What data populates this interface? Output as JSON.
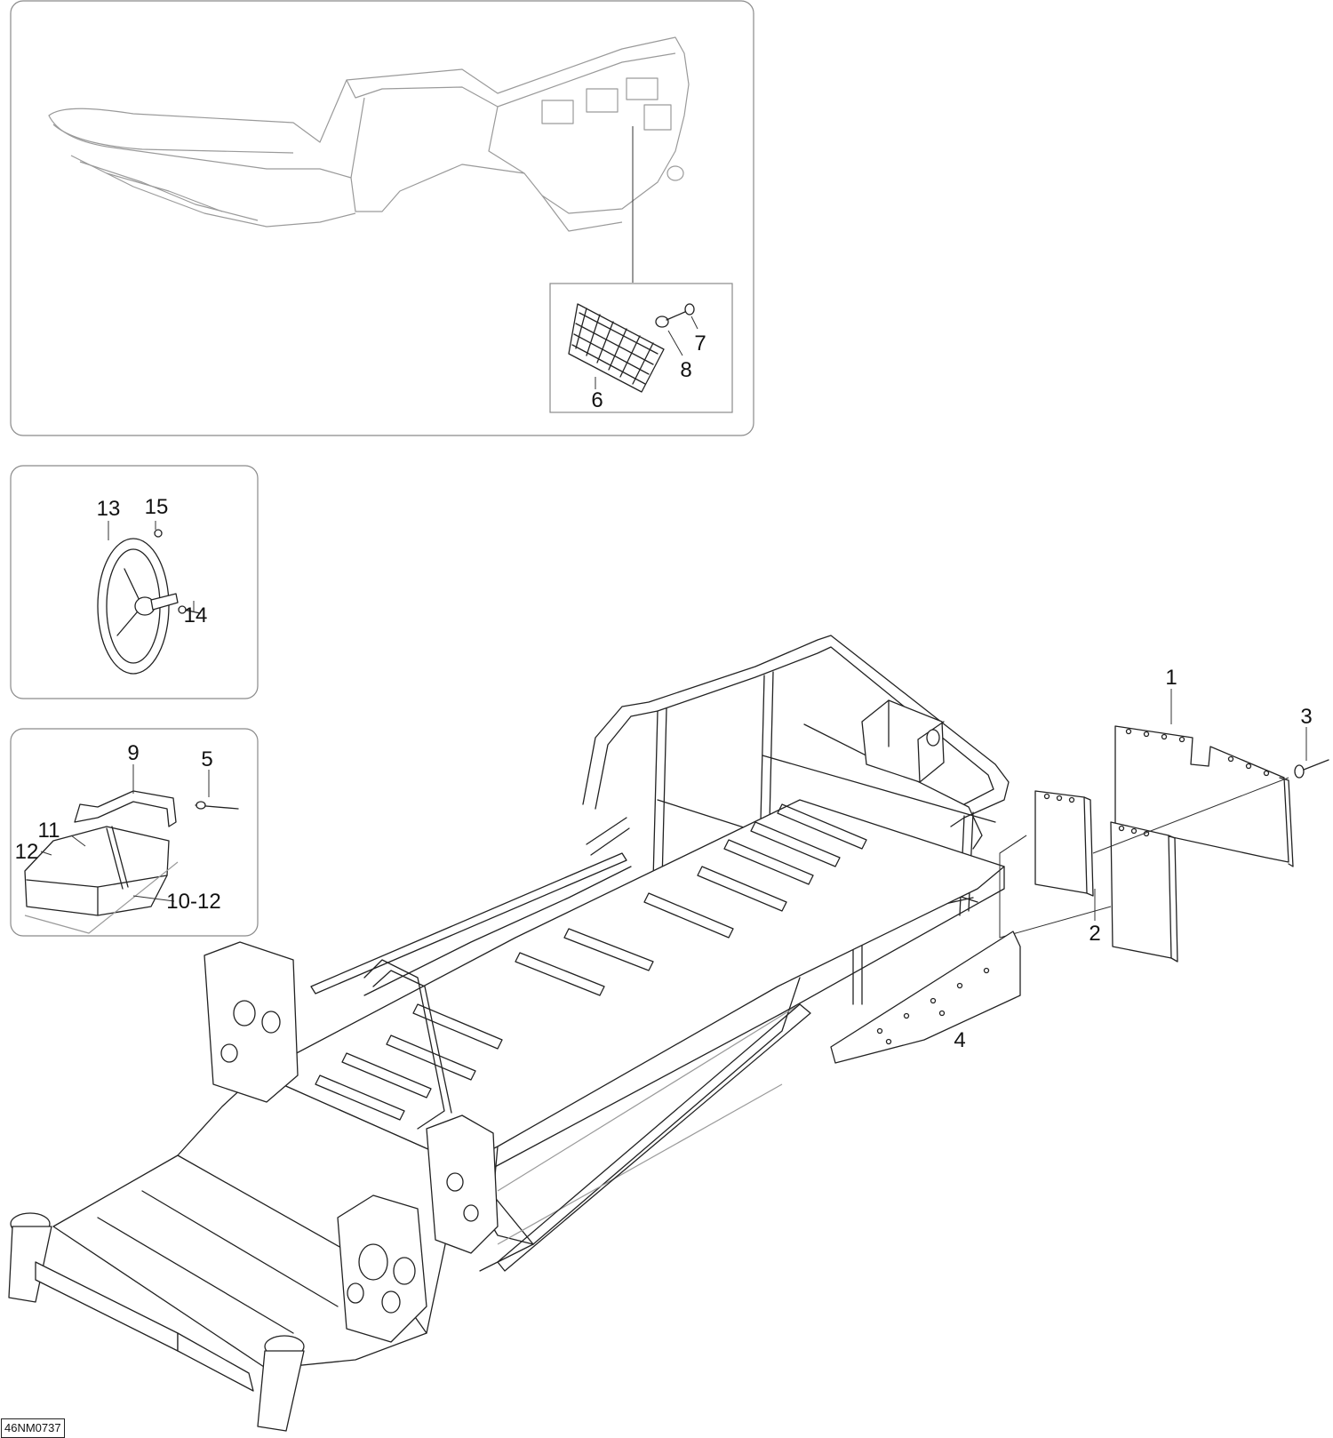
{
  "drawing_ref": "46NM0737",
  "callouts": {
    "c1": "1",
    "c2": "2",
    "c3": "3",
    "c4": "4",
    "c5": "5",
    "c6": "6",
    "c7": "7",
    "c8": "8",
    "c9": "9",
    "c10_12": "10-12",
    "c11": "11",
    "c12": "12",
    "c13": "13",
    "c14": "14",
    "c15": "15"
  }
}
